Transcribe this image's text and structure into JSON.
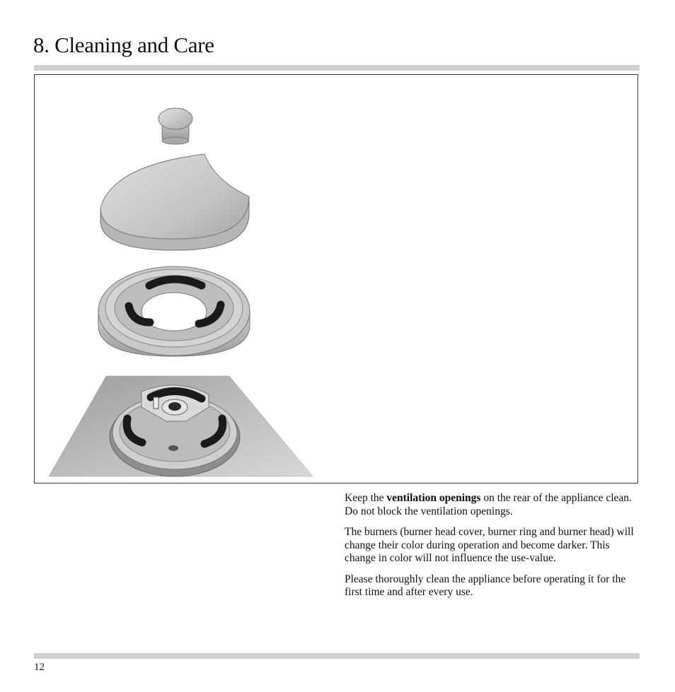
{
  "page": {
    "title": "8. Cleaning and Care",
    "page_number": "12"
  },
  "text": {
    "p1_before": "Keep the ",
    "p1_bold": "ventilation openings",
    "p1_after": " on the rear of the appliance clean. Do not block the ventilation openings.",
    "p2": "The burners (burner head cover, burner ring and burner head) will change their color during operation and become darker. This change in color will not influence the use-value.",
    "p3": "Please thoroughly clean the appliance before operating it for the first time and after every use."
  },
  "figure": {
    "parts": [
      "burner-cap-knob",
      "burner-head-cover",
      "burner-ring",
      "burner-head"
    ],
    "colors": {
      "metal": "#c9c9c9",
      "metal_dark": "#9a9a9a",
      "slot": "#1a1a1a",
      "base": "#b5b5b5"
    }
  }
}
